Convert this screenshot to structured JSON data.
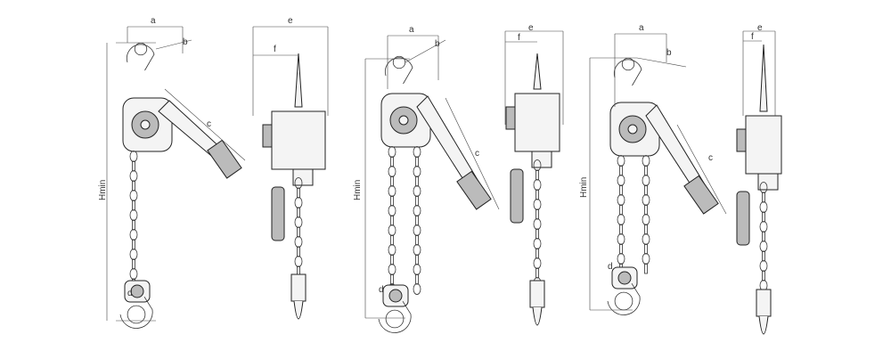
{
  "labels": {
    "a": "a",
    "b": "b",
    "c": "c",
    "d": "d",
    "e": "e",
    "f": "f",
    "hmin": "Hmin"
  },
  "views": [
    {
      "name": "hoist-small-front",
      "type": "front"
    },
    {
      "name": "hoist-small-side",
      "type": "side"
    },
    {
      "name": "hoist-medium-front",
      "type": "front"
    },
    {
      "name": "hoist-medium-side",
      "type": "side"
    },
    {
      "name": "hoist-large-front",
      "type": "front"
    },
    {
      "name": "hoist-large-side",
      "type": "side"
    }
  ]
}
